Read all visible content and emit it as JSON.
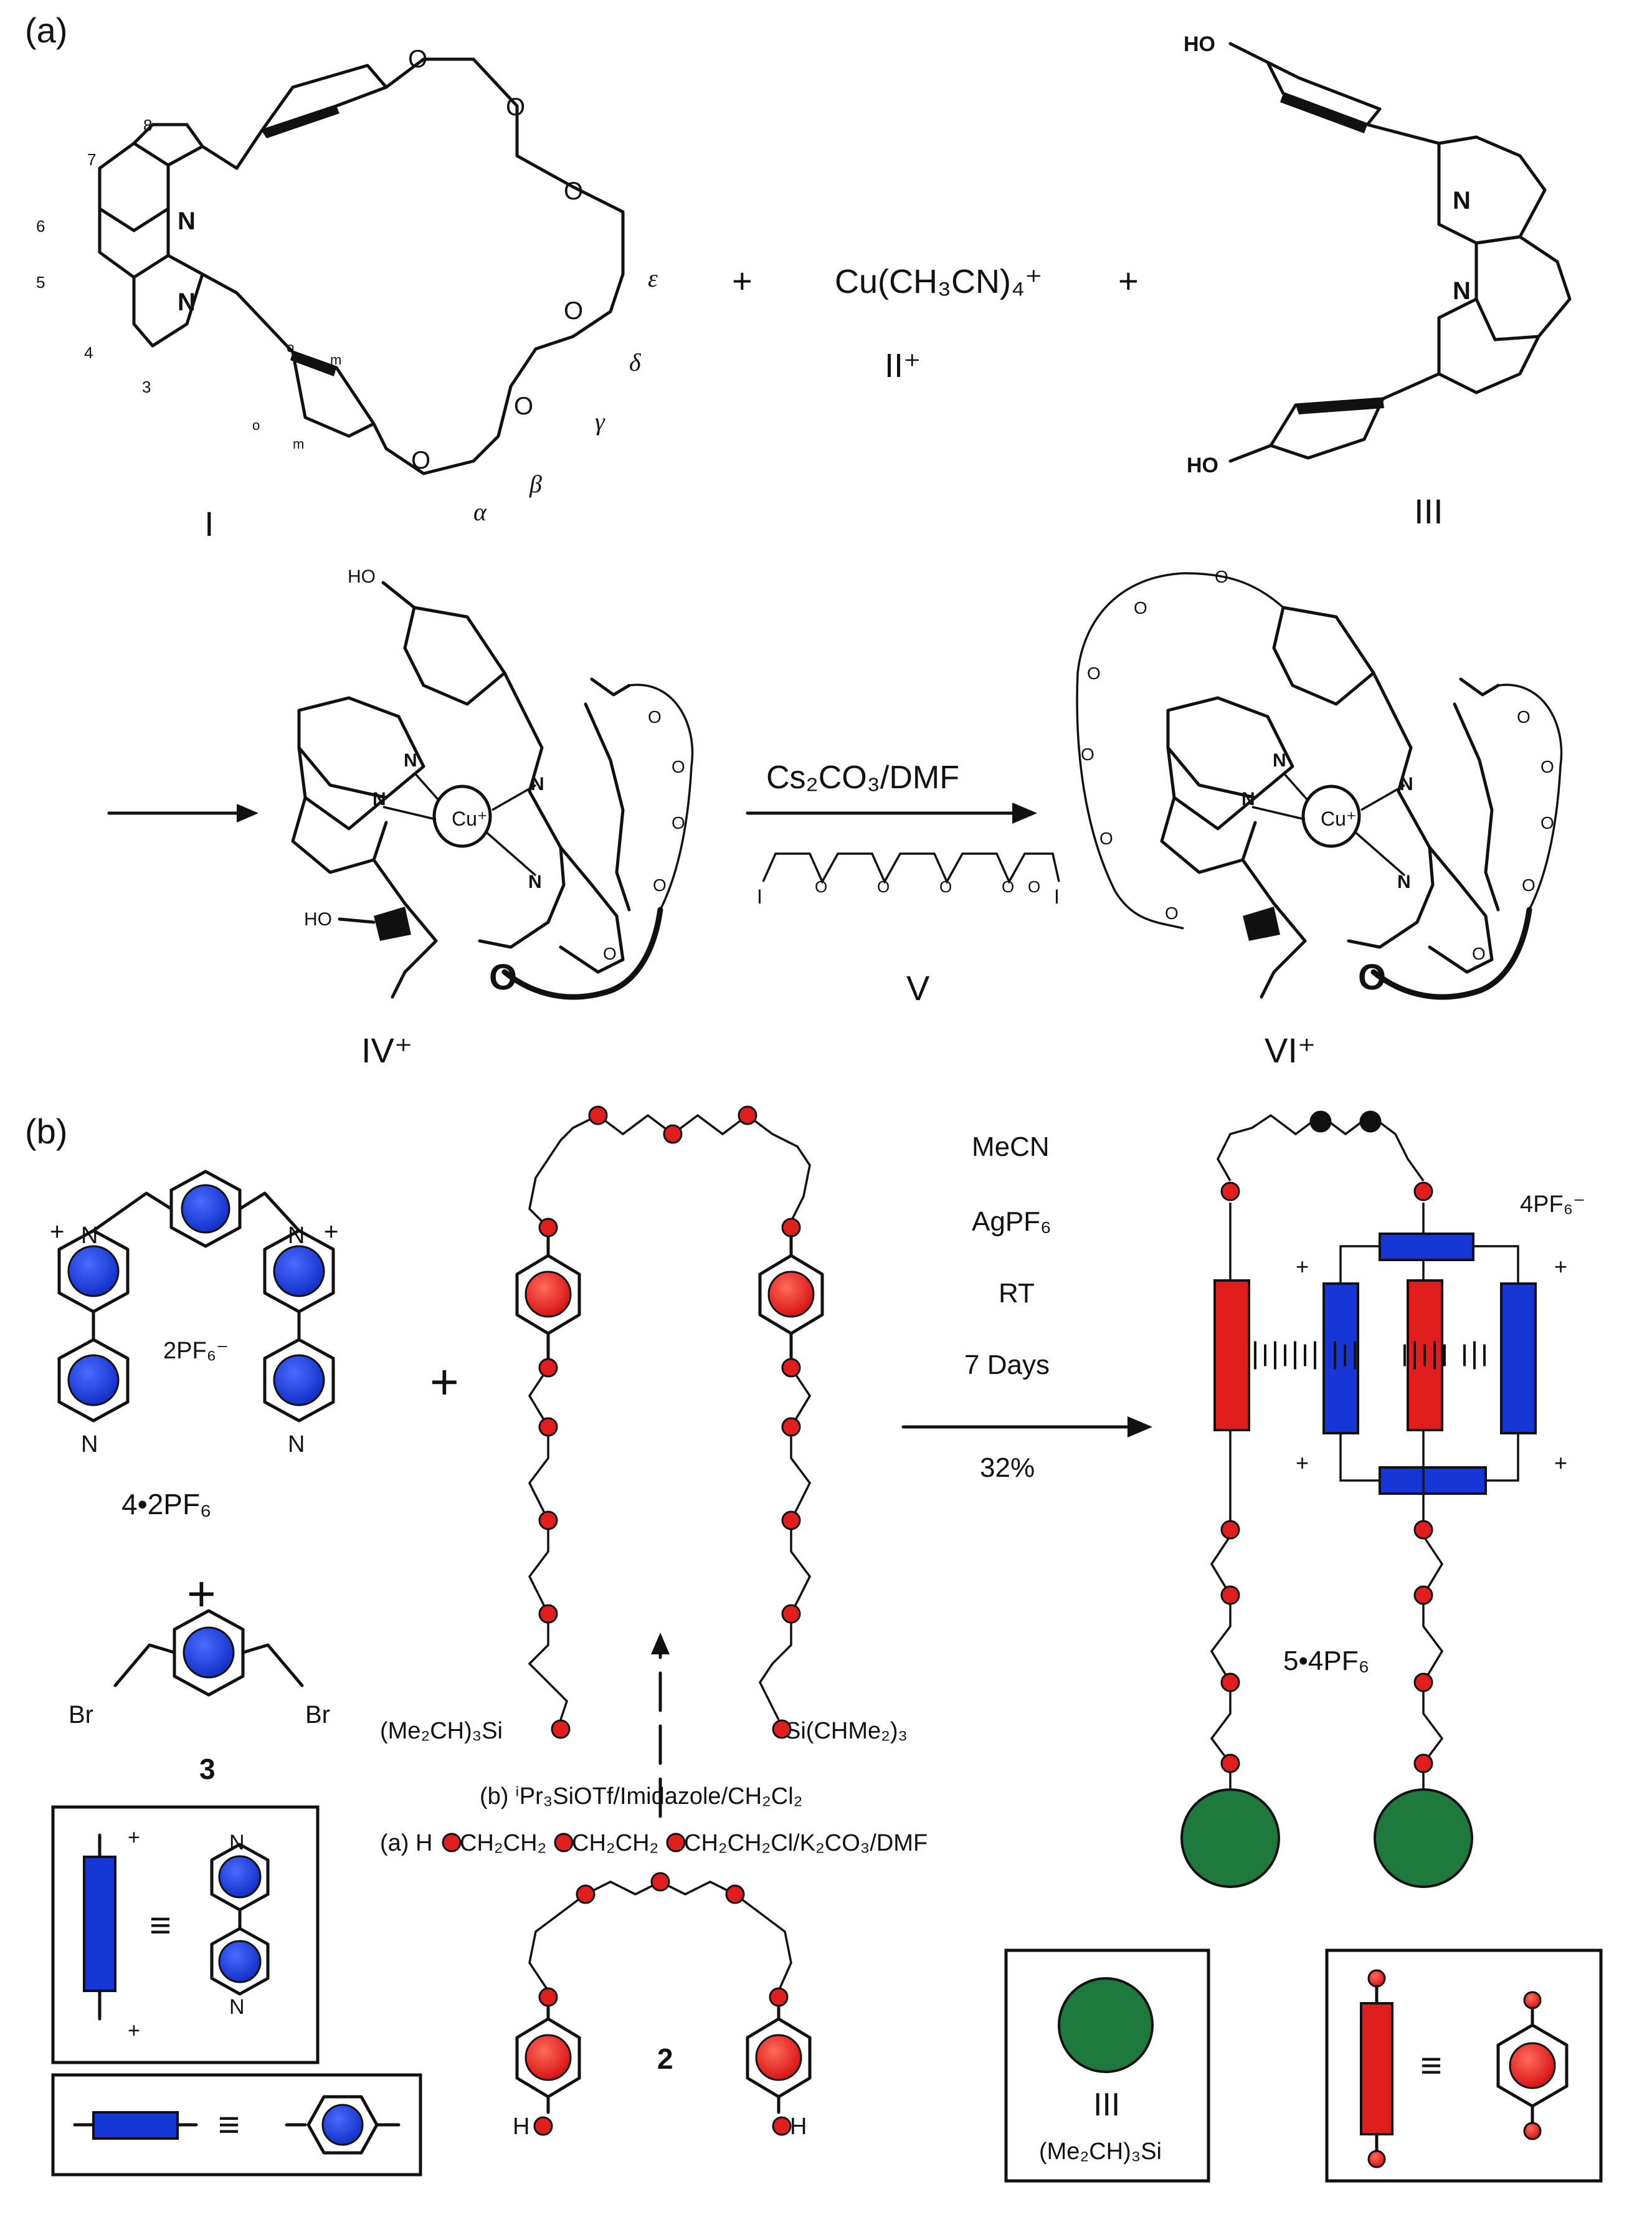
{
  "panel_a": {
    "label": "(a)",
    "compound_I": {
      "label": "I",
      "position_numbers": [
        "8",
        "7",
        "6",
        "5",
        "4",
        "3"
      ],
      "N1": "N",
      "N2": "N",
      "O_labels": [
        "O",
        "O",
        "O",
        "O",
        "O",
        "O"
      ],
      "greek": [
        "ε",
        "δ",
        "γ",
        "β",
        "α"
      ],
      "ring_marks": [
        "o",
        "m",
        "o",
        "m"
      ]
    },
    "plus1": "+",
    "compound_II": {
      "formula": "Cu(CH₃CN)₄⁺",
      "label": "II⁺"
    },
    "plus2": "+",
    "compound_III": {
      "label": "III",
      "ho_top": "HO",
      "ho_bottom": "HO",
      "N1": "N",
      "N2": "N"
    },
    "compound_IV": {
      "label": "IV⁺",
      "ho_top": "HO",
      "ho_bottom": "HO",
      "cu": "Cu⁺",
      "O_big": "O",
      "o_small": [
        "O",
        "O",
        "O",
        "O",
        "O"
      ],
      "N": [
        "N",
        "N",
        "N",
        "N"
      ]
    },
    "reagent": {
      "text": "Cs₂CO₃/DMF",
      "chain_I_left": "I",
      "chain_I_right": "I",
      "chain_O": [
        "O",
        "O",
        "O",
        "O",
        "O"
      ],
      "label": "V"
    },
    "compound_VI": {
      "label": "VI⁺",
      "cu": "Cu⁺",
      "O_big": "O",
      "o_small": [
        "O",
        "O",
        "O",
        "O",
        "O",
        "O",
        "O",
        "O",
        "O",
        "O",
        "O"
      ],
      "N": [
        "N",
        "N",
        "N",
        "N"
      ]
    }
  },
  "panel_b": {
    "label": "(b)",
    "compound_4": {
      "label": "4•2PF₆",
      "counterion": "2PF₆⁻",
      "N": [
        "N",
        "N",
        "N",
        "N"
      ],
      "charges": [
        "+",
        "+"
      ]
    },
    "plus_a": "+",
    "plus_b": "+",
    "compound_3": {
      "label": "3",
      "br_left": "Br",
      "br_right": "Br"
    },
    "si_left": "(Me₂CH)₃Si",
    "si_right": "Si(CHMe₂)₃",
    "step_b": "(b) ⁱPr₃SiOTf/Imidazole/CH₂Cl₂",
    "step_a_prefix": "(a) H",
    "step_a_parts": [
      "CH₂CH₂",
      "CH₂CH₂",
      "CH₂CH₂Cl/K₂CO₃/DMF"
    ],
    "compound_2": {
      "label": "2",
      "h_left": "H",
      "h_right": "H"
    },
    "conditions": [
      "MeCN",
      "AgPF₆",
      "RT",
      "7 Days",
      "32%"
    ],
    "product": {
      "label": "5•4PF₆",
      "counterion": "4PF₆⁻",
      "charges": [
        "+",
        "+",
        "+",
        "+"
      ]
    },
    "legend_blue_bar": {
      "equiv": "≡",
      "charges": [
        "+",
        "+"
      ],
      "N": [
        "N",
        "N"
      ]
    },
    "legend_blue_hbar": {
      "equiv": "≡"
    },
    "legend_green": {
      "equiv": "III",
      "text": "(Me₂CH)₃Si"
    },
    "legend_red_bar": {
      "equiv": "≡"
    },
    "colors": {
      "red": "#e01e1e",
      "blue": "#1637d6",
      "green": "#1d7a3c",
      "black": "#111111"
    }
  }
}
